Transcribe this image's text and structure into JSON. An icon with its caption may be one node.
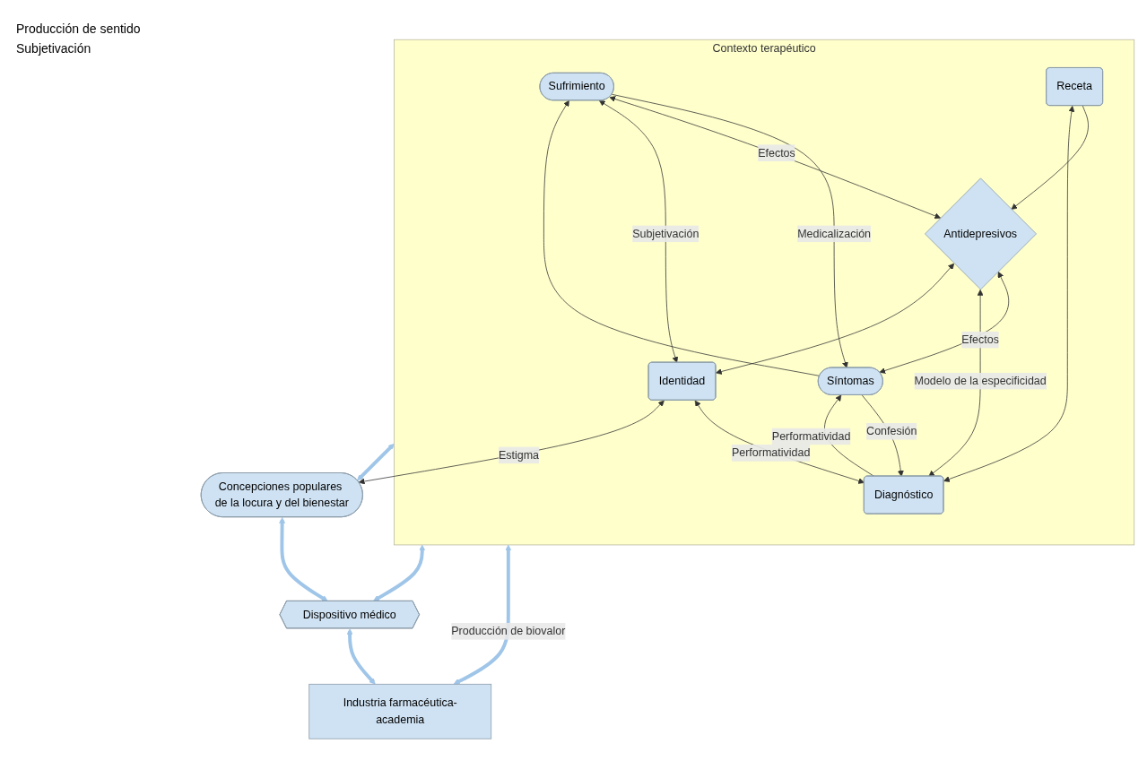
{
  "diagram": {
    "nodes": [
      {
        "text": [
          "Contexto terapéutico"
        ]
      },
      {
        "text": [
          "Sufrimiento"
        ],
        "in": 0
      },
      {
        "text": [
          "Síntomas"
        ],
        "in": 0
      },
      {
        "text": [
          "Antidepresivos"
        ],
        "in": 0
      },
      {
        "text": [
          "Diagnóstico"
        ],
        "in": 0
      },
      {
        "text": [
          "Receta"
        ],
        "in": 0
      },
      {
        "text": [
          "Identidad"
        ],
        "in": 0
      },
      {
        "text": [
          "Concepciones populares de la locura y del bienestar"
        ]
      },
      {
        "text": [
          "Dispositivo médico"
        ]
      },
      {
        "text": [
          "Industria farmacéutica-academia"
        ]
      }
    ],
    "edges": [
      {
        "from": 1,
        "to": 2,
        "arrow": "to",
        "label": "Medicalización"
      },
      {
        "from": 2,
        "to": 1,
        "arrow": "to"
      },
      {
        "from": 1,
        "to": 3,
        "arrow": "both",
        "label": "Efectos"
      },
      {
        "from": 3,
        "to": 2,
        "arrow": "both",
        "label": "Efectos"
      },
      {
        "from": 2,
        "to": 4,
        "arrow": "to",
        "label": "Confesión"
      },
      {
        "from": 4,
        "to": 2,
        "arrow": "to",
        "label": "Performatividad"
      },
      {
        "from": 3,
        "to": 4,
        "arrow": "both",
        "label": "Modelo de la especificidad"
      },
      {
        "from": 5,
        "to": 3,
        "arrow": "to"
      },
      {
        "from": 5,
        "to": 4,
        "arrow": "both"
      },
      {
        "from": 3,
        "to": 6,
        "arrow": "both"
      },
      {
        "from": 1,
        "to": 6,
        "arrow": "both",
        "label": "Subjetivación"
      },
      {
        "from": 6,
        "to": 4,
        "arrow": "both",
        "label": "Performatividad"
      },
      {
        "from": 6,
        "to": 7,
        "arrow": "both",
        "label": "Estigma"
      },
      {
        "from": 0,
        "to": 7,
        "arrow": "both",
        "style": "thick",
        "color": "#9fc5e8"
      },
      {
        "from": 7,
        "to": 8,
        "arrow": "both",
        "style": "thick",
        "color": "#9fc5e8"
      },
      {
        "from": 8,
        "to": 9,
        "arrow": "both",
        "style": "thick",
        "color": "#9fc5e8"
      },
      {
        "from": 8,
        "to": 0,
        "arrow": "both",
        "style": "thick",
        "color": "#9fc5e8"
      },
      {
        "from": 9,
        "to": 0,
        "arrow": "both",
        "style": "thick",
        "color": "#9fc5e8",
        "label": "Producción de biovalor"
      }
    ],
    "labels": [
      "Producción de sentido",
      "Subjetivación"
    ]
  }
}
